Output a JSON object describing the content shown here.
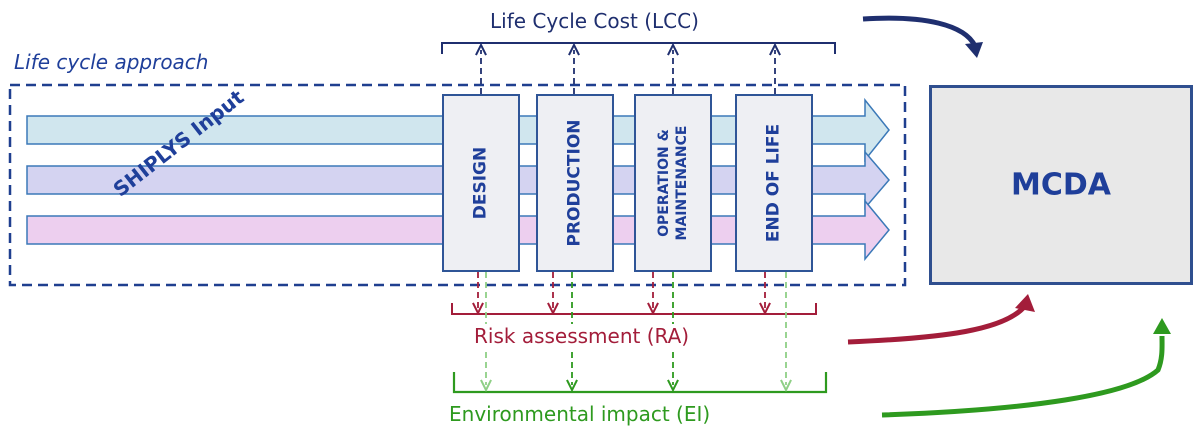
{
  "lifecycle_label": "Life cycle approach",
  "input_label": "SHIPLYS Input",
  "stages": [
    {
      "label": "DESIGN"
    },
    {
      "label": "PRODUCTION"
    },
    {
      "label": "OPERATION &\nMAINTENANCE"
    },
    {
      "label": "END OF LIFE"
    }
  ],
  "lcc_label": "Life Cycle Cost (LCC)",
  "ra_label": "Risk assessment (RA)",
  "ei_label": "Environmental impact (EI)",
  "mcda_label": "MCDA",
  "colors": {
    "lcc": "#1f2f6f",
    "ra": "#a31d3a",
    "ei": "#2e9a1f",
    "stage_text": "#1f3f9a",
    "lifecycle_text": "#1f3f9a",
    "arrow_teal": "#d0e6ee",
    "arrow_lavender": "#d4d3f1",
    "arrow_pink": "#edcfef"
  }
}
